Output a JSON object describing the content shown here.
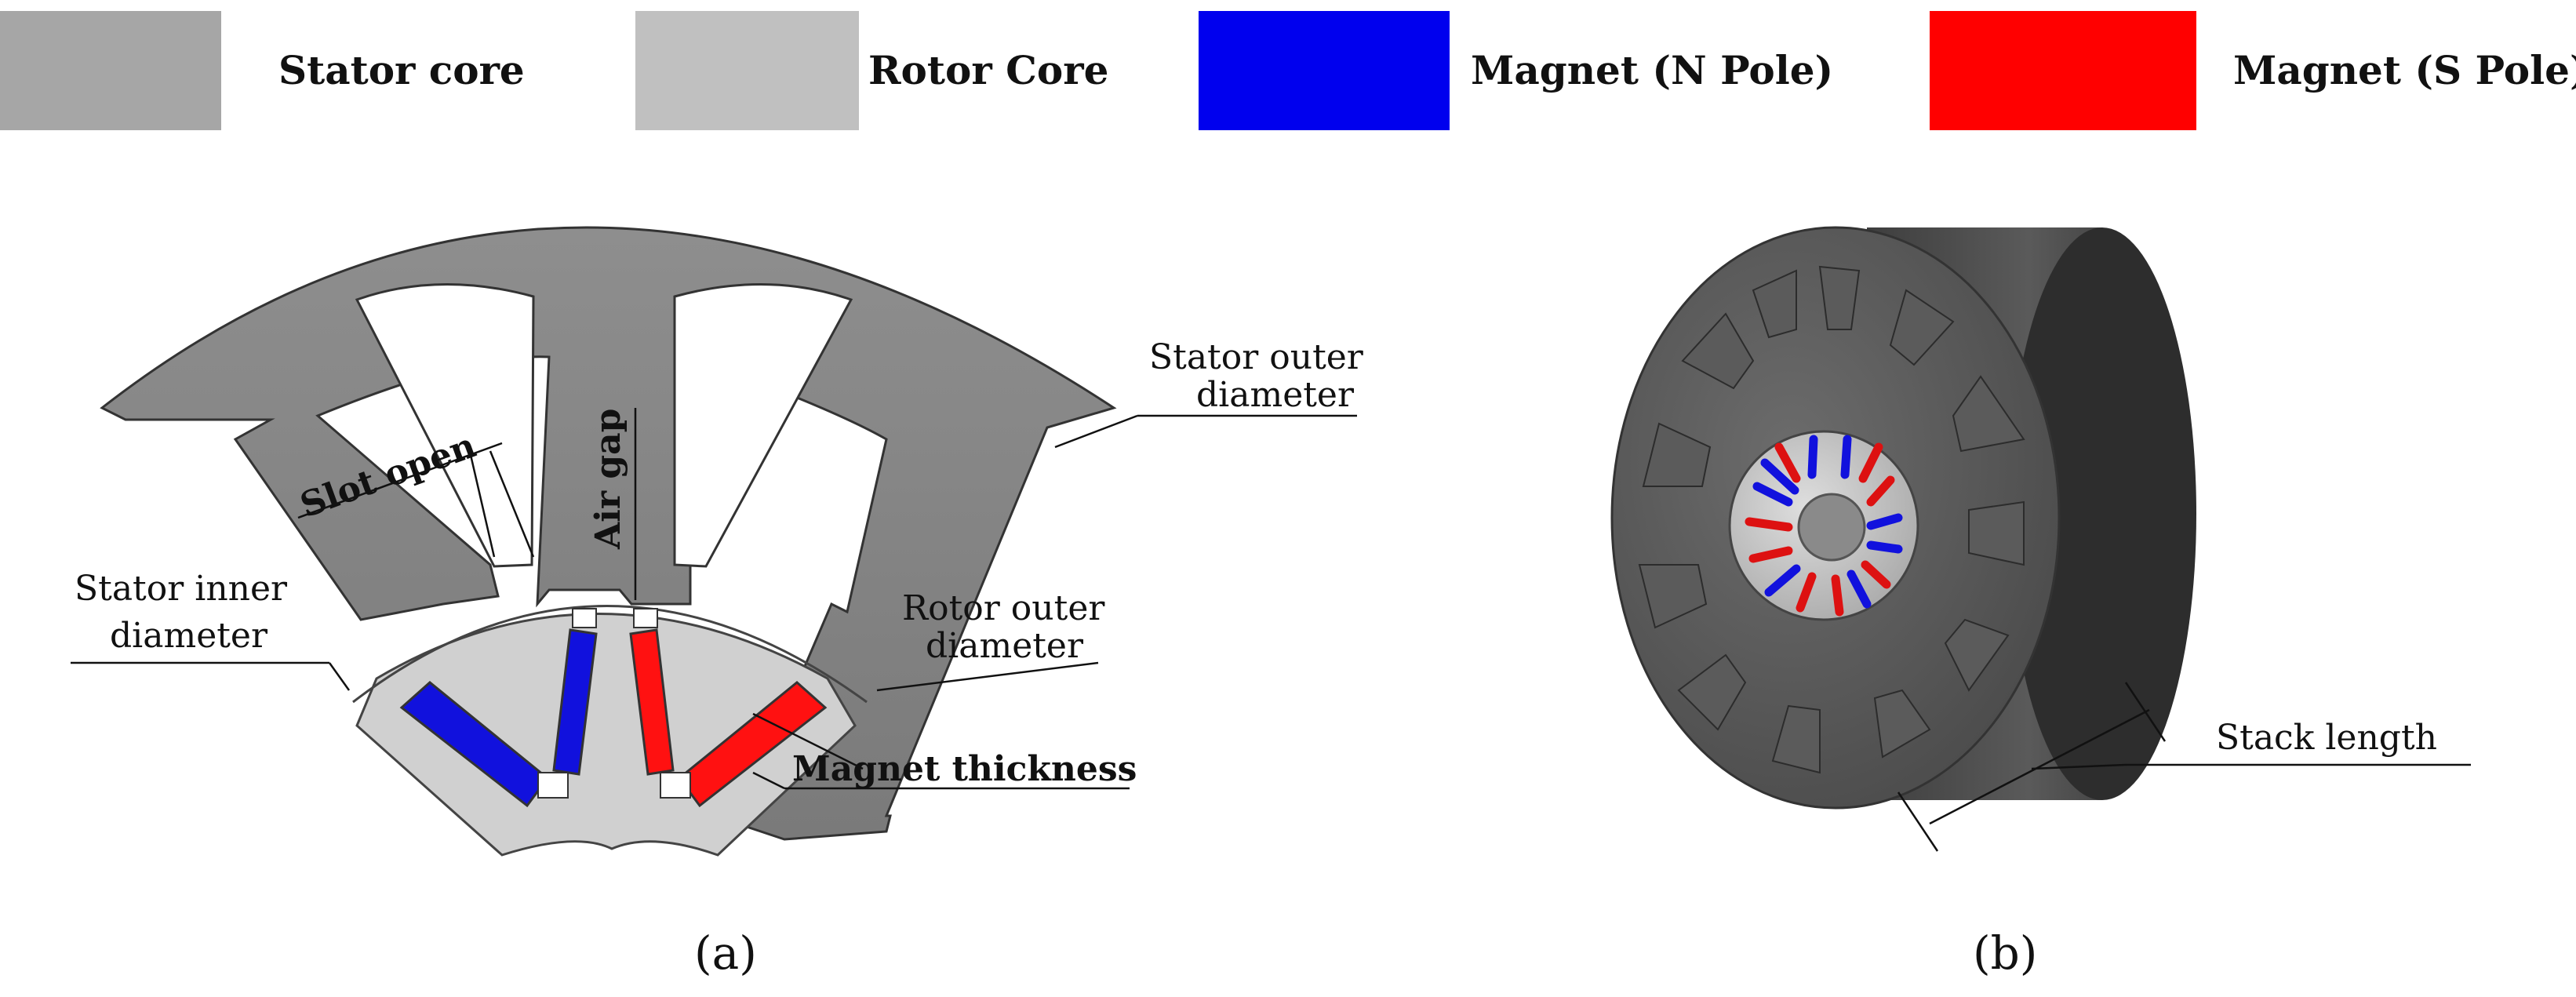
{
  "legend": [
    {
      "label": "Stator core",
      "color": "#a6a6a6"
    },
    {
      "label": "Rotor Core",
      "color": "#c0c0c0"
    },
    {
      "label": "Magnet (N Pole)",
      "color": "#0000ee"
    },
    {
      "label": "Magnet (S Pole)",
      "color": "#ff0000"
    }
  ],
  "panel_a": {
    "labels": {
      "slot_open": "Slot open",
      "air_gap": "Air gap",
      "stator_outer_1": "Stator outer",
      "stator_outer_2": "diameter",
      "stator_inner_1": "Stator inner",
      "stator_inner_2": "diameter",
      "rotor_outer_1": "Rotor outer",
      "rotor_outer_2": "diameter",
      "magnet_thickness": "Magnet thickness"
    },
    "caption": "(a)"
  },
  "panel_b": {
    "labels": {
      "stack_length": "Stack length"
    },
    "caption": "(b)"
  }
}
